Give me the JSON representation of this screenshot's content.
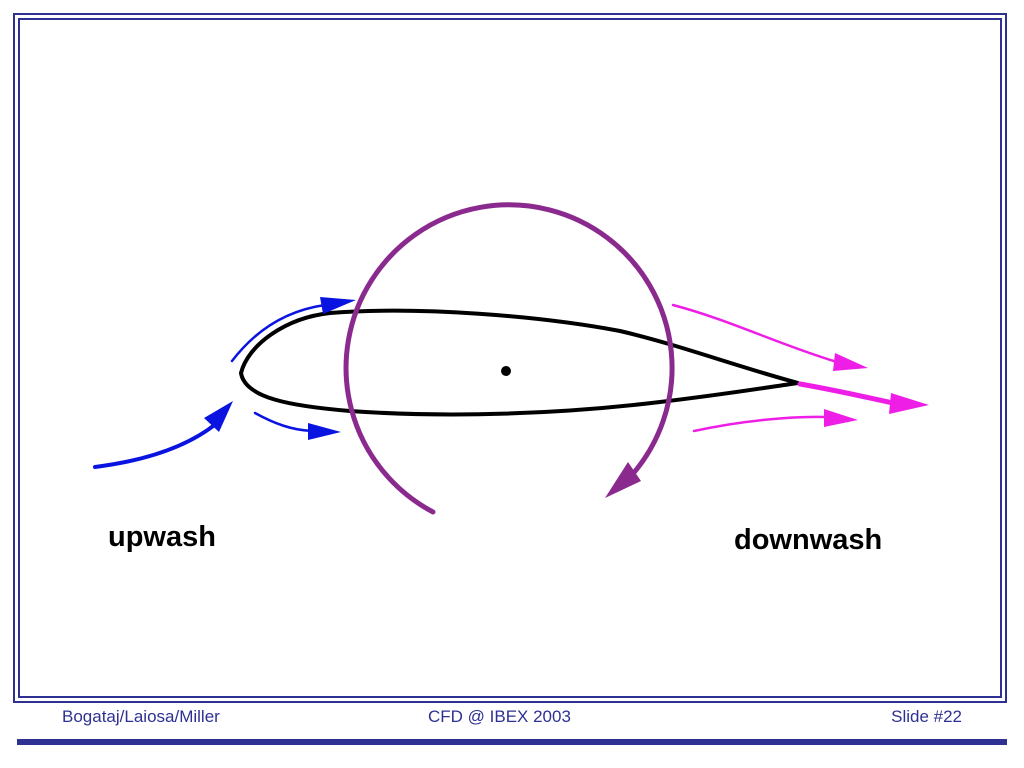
{
  "diagram": {
    "labels": {
      "upwash": "upwash",
      "downwash": "downwash"
    },
    "colors": {
      "airfoil": "#000000",
      "upwash_arrows": "#0a14e0",
      "circulation": "#8b2a8e",
      "downwash_arrows": "#ee1ee6",
      "frame": "#2e3192"
    },
    "elements": [
      "airfoil",
      "center-point",
      "circulation-arrow",
      "upwash-arrows",
      "downwash-arrows"
    ]
  },
  "footer": {
    "authors": "Bogataj/Laiosa/Miller",
    "event": "CFD @ IBEX 2003",
    "slide_number": "Slide #22"
  }
}
